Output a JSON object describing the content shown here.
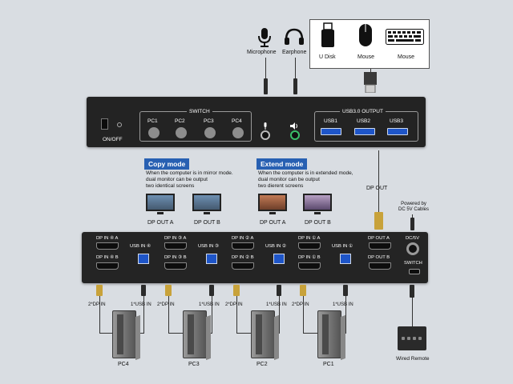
{
  "top": {
    "microphone_label": "Microphone",
    "earphone_label": "Earphone",
    "udisk_label": "U Disk",
    "mouse_label": "Mouse",
    "keyboard_label": "Mouse"
  },
  "front": {
    "onoff_label": "ON/OFF",
    "switch_label": "SWITCH",
    "pc_buttons": [
      "PC1",
      "PC2",
      "PC3",
      "PC4"
    ],
    "usb_output_label": "USB3.0 OUTPUT",
    "usb_ports": [
      "USB1",
      "USB2",
      "USB3"
    ]
  },
  "modes": {
    "copy_title": "Copy mode",
    "copy_line1": "When the computer is in mirror mode.",
    "copy_line2": "dual monitor can be output",
    "copy_line3": "two identical screens",
    "copy_out_a": "DP OUT A",
    "copy_out_b": "DP OUT B",
    "extend_title": "Extend mode",
    "extend_line1": "When the computer is in extended mode,",
    "extend_line2": "dual monitor can be output",
    "extend_line3": "two dierent screens",
    "extend_out_a": "DP OUT A",
    "extend_out_b": "DP OUT B",
    "dp_out_label": "DP OUT",
    "powered_line1": "Powered by",
    "powered_line2": "DC 5V Cables"
  },
  "back": {
    "groups": [
      {
        "dp_a": "DP IN ④ A",
        "dp_b": "DP IN ④ B",
        "usb": "USB IN ④"
      },
      {
        "dp_a": "DP IN ③ A",
        "dp_b": "DP IN ③ B",
        "usb": "USB IN ③"
      },
      {
        "dp_a": "DP IN ② A",
        "dp_b": "DP IN ② B",
        "usb": "USB IN ②"
      },
      {
        "dp_a": "DP IN ① A",
        "dp_b": "DP IN ① B",
        "usb": "USB IN ①"
      }
    ],
    "dp_out_a": "DP OUT A",
    "dp_out_b": "DP OUT B",
    "dc_label": "DC/5V",
    "switch_label": "SWITCH"
  },
  "bottom": {
    "dp_in_label": "2*DP IN",
    "usb_in_label": "1*USB IN",
    "pcs": [
      "PC4",
      "PC3",
      "PC2",
      "PC1"
    ],
    "wired_remote_label": "Wired Remote"
  }
}
